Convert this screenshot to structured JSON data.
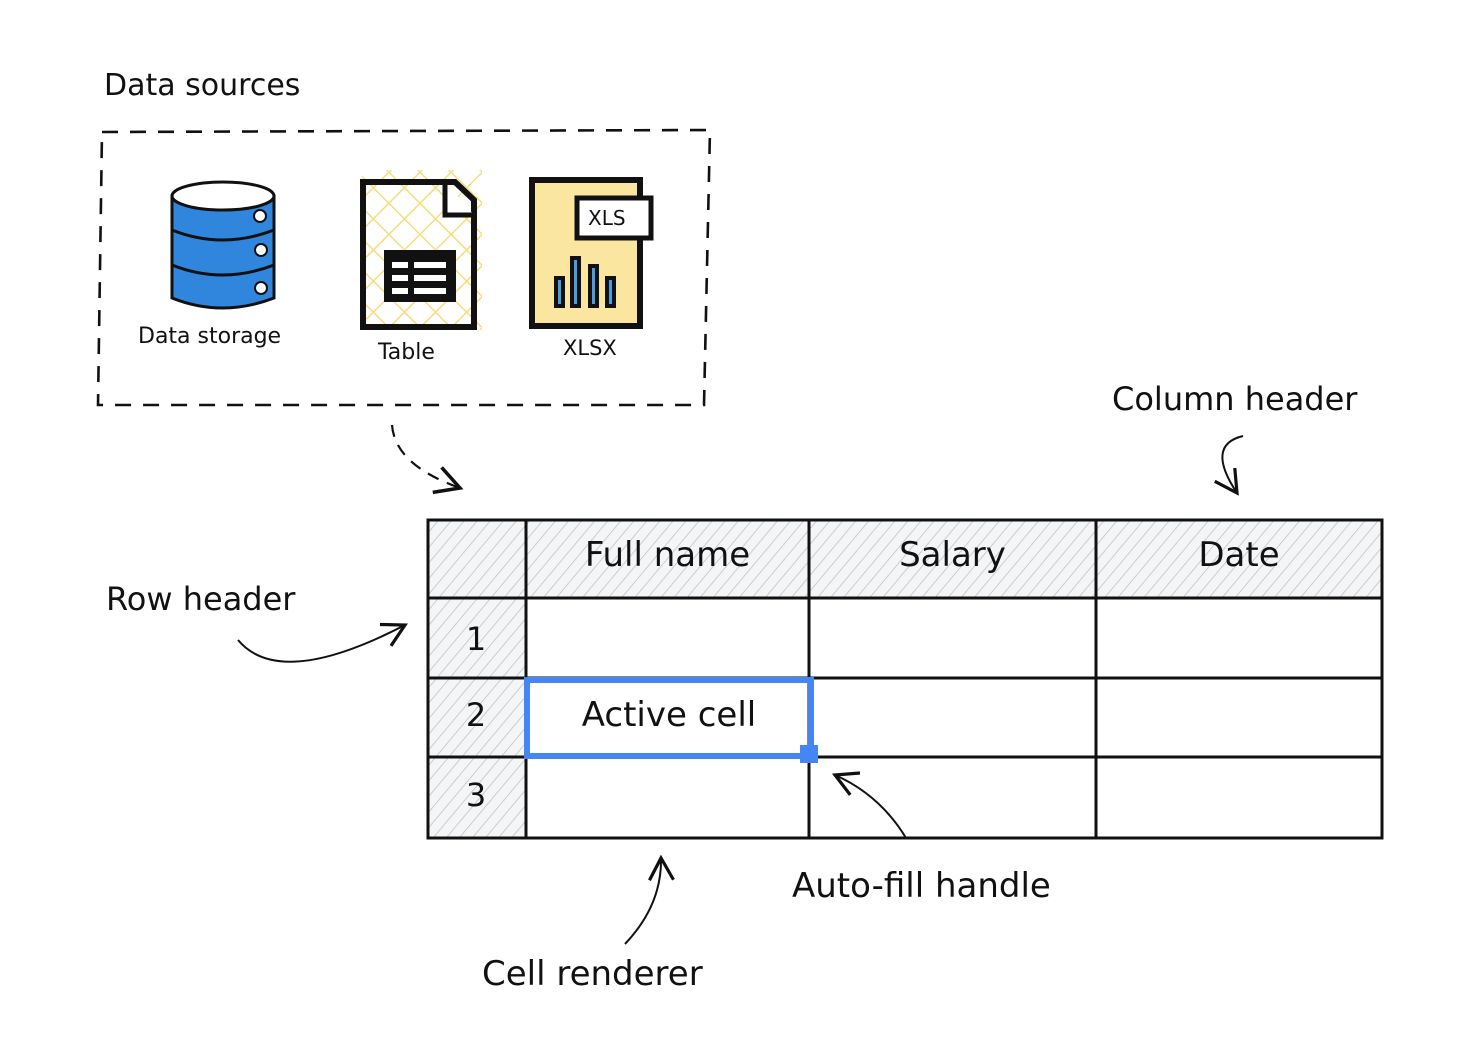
{
  "title": "Data sources",
  "sources": [
    {
      "label": "Data storage",
      "icon": "database-icon",
      "color": "#2f86dc"
    },
    {
      "label": "Table",
      "icon": "table-file-icon",
      "color": "#fbe9a6"
    },
    {
      "label": "XLSX",
      "icon": "xlsx-file-icon",
      "badge": "XLS",
      "color": "#fbe6a0"
    }
  ],
  "grid": {
    "columns": [
      "Full name",
      "Salary",
      "Date"
    ],
    "rows": [
      "1",
      "2",
      "3"
    ],
    "active_cell": {
      "row": 2,
      "column": "Full name",
      "text": "Active cell"
    },
    "accent_color": "#4585f4",
    "header_fill": "#e9eaec"
  },
  "annotations": {
    "row_header": "Row header",
    "column_header": "Column header",
    "auto_fill_handle": "Auto-fill handle",
    "cell_renderer": "Cell renderer"
  }
}
